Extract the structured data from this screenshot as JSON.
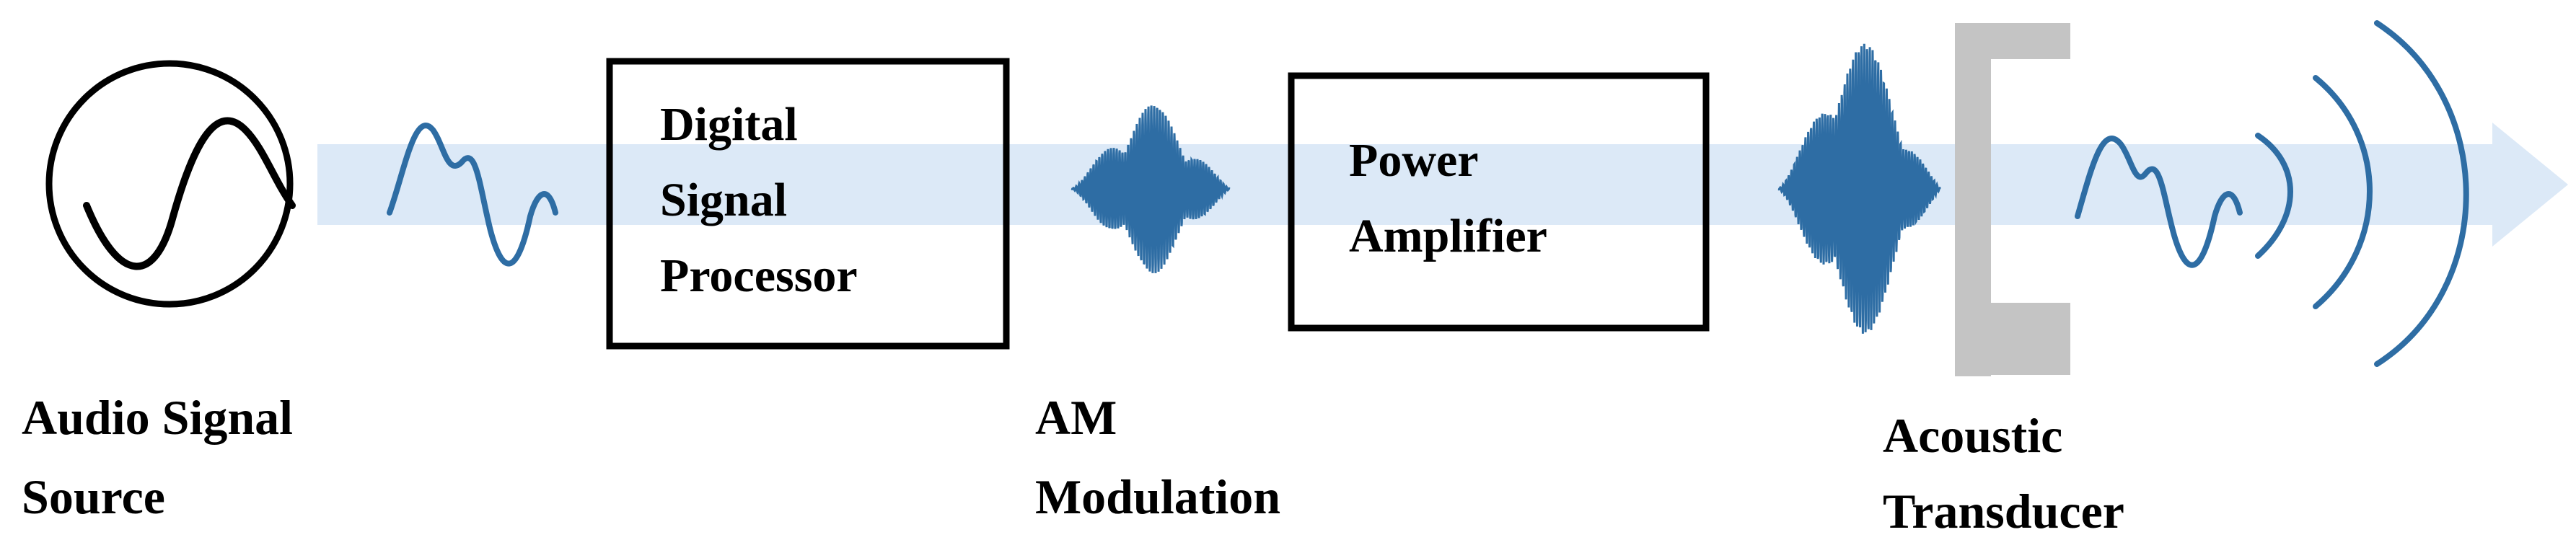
{
  "diagram": {
    "colors": {
      "arrow": "#dce9f7",
      "waveform": "#2e6da4",
      "outline": "#000000",
      "transducer": "#c4c4c4"
    },
    "stages": [
      {
        "id": "source",
        "label_line1": "Audio Signal",
        "label_line2": "Source",
        "icon": "sine-wave-generator-icon"
      },
      {
        "id": "dsp",
        "label_line1": "Digital",
        "label_line2": "Signal",
        "label_line3": "Processor"
      },
      {
        "id": "am",
        "label_line1": "AM",
        "label_line2": "Modulation"
      },
      {
        "id": "amp",
        "label_line1": "Power",
        "label_line2": "Amplifier"
      },
      {
        "id": "transducer",
        "label_line1": "Acoustic",
        "label_line2": "Transducer",
        "icon": "transducer-bracket-icon"
      }
    ]
  }
}
